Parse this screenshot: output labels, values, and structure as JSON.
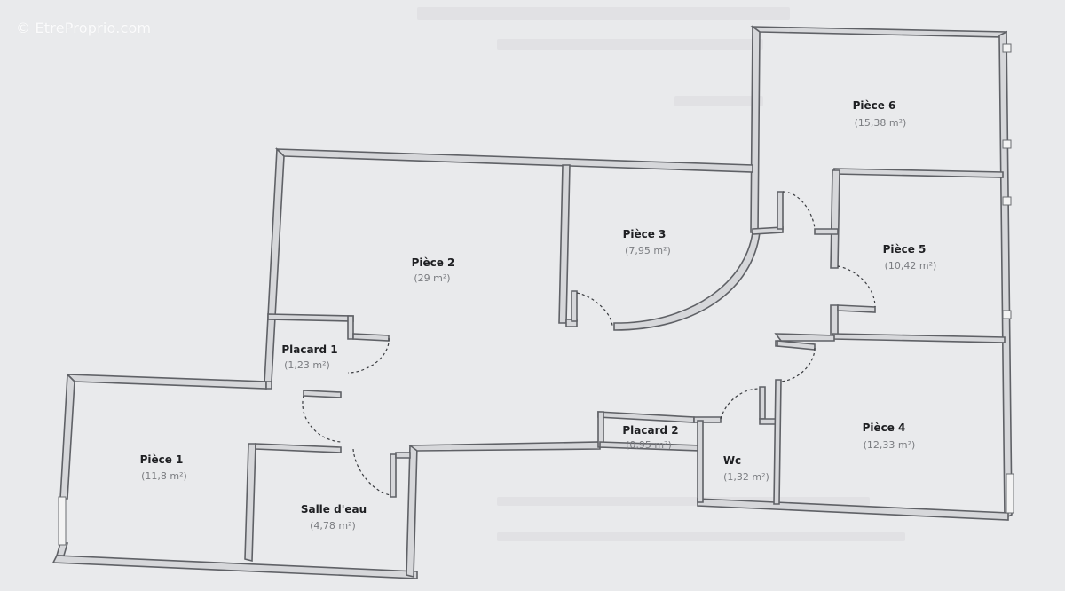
{
  "watermark": "© EtreProprio.com",
  "colors": {
    "background": "#e9eaec",
    "wall_fill": "#d6d7da",
    "wall_stroke": "#5f6166",
    "room_name": "#1e1f22",
    "room_area": "#7a7c80"
  },
  "rooms": [
    {
      "id": "piece-6",
      "name": "Pièce 6",
      "area": "(15,38 m²)"
    },
    {
      "id": "piece-5",
      "name": "Pièce 5",
      "area": "(10,42 m²)"
    },
    {
      "id": "piece-3",
      "name": "Pièce 3",
      "area": "(7,95 m²)"
    },
    {
      "id": "piece-2",
      "name": "Pièce 2",
      "area": "(29 m²)"
    },
    {
      "id": "placard-1",
      "name": "Placard 1",
      "area": "(1,23 m²)"
    },
    {
      "id": "piece-1",
      "name": "Pièce 1",
      "area": "(11,8 m²)"
    },
    {
      "id": "salle-deau",
      "name": "Salle d'eau",
      "area": "(4,78 m²)"
    },
    {
      "id": "placard-2",
      "name": "Placard 2",
      "area": "(0,95 m²)"
    },
    {
      "id": "wc",
      "name": "Wc",
      "area": "(1,32 m²)"
    },
    {
      "id": "piece-4",
      "name": "Pièce 4",
      "area": "(12,33 m²)"
    }
  ]
}
